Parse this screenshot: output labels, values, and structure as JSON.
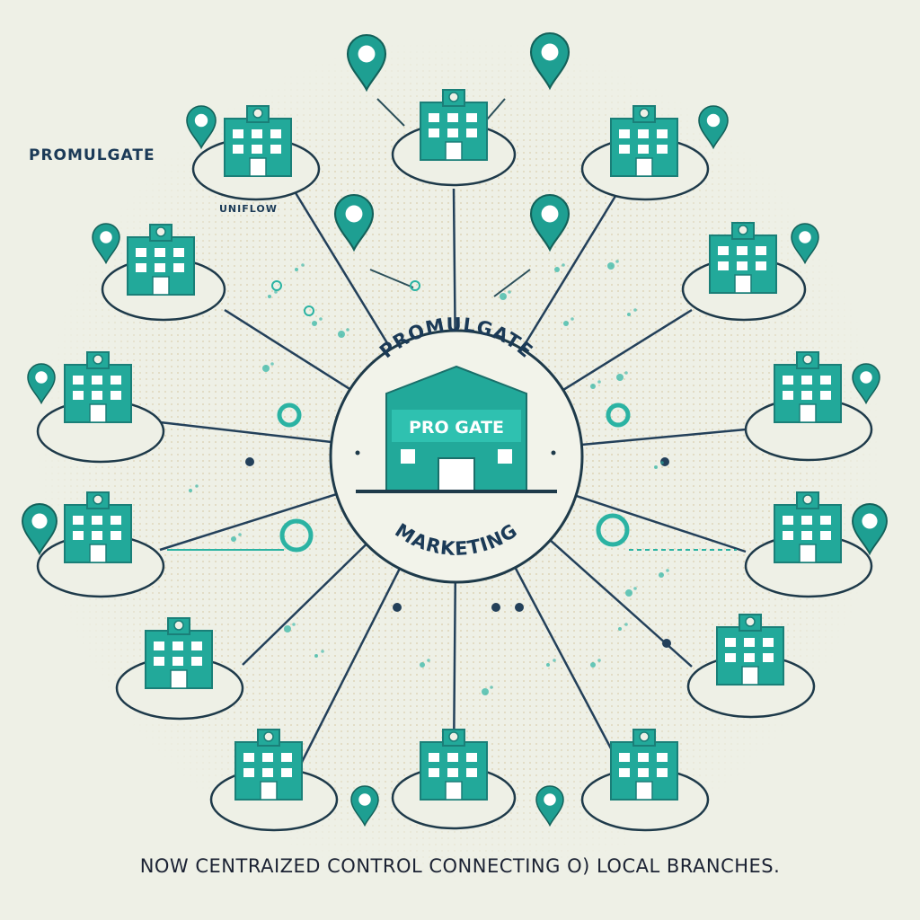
{
  "labels": {
    "top_left": "PROMULGATE",
    "small_tag": "UNIFLOW",
    "center_arc_top": "PROMULGATE",
    "center_sign": "PRO  GATE",
    "center_arc_bottom": "MARKETING",
    "caption": "NOW CENTRAIZED CONTROL CONNECTING O) LOCAL BRANCHES."
  },
  "colors": {
    "background": "#eef0e6",
    "building": "#22a99a",
    "building_dark": "#1a7f78",
    "outline": "#1e3a4a",
    "pin": "#1e9f92",
    "line": "#23405a",
    "dots": "#d8c9a3"
  },
  "icons": {
    "hub": "headquarters-building-icon",
    "branch": "branch-building-icon",
    "pin": "map-pin-icon"
  }
}
